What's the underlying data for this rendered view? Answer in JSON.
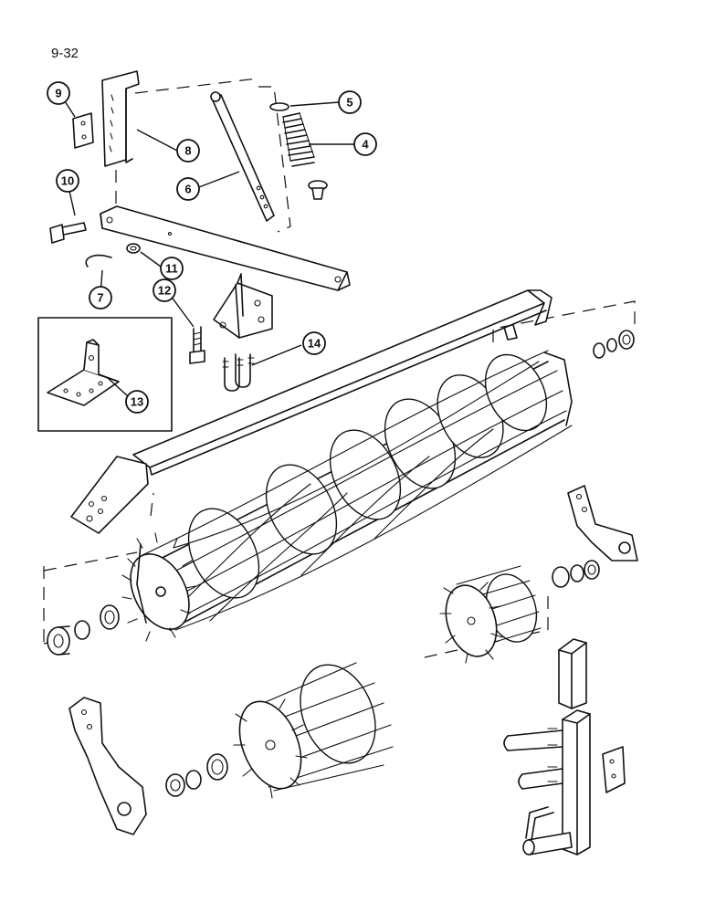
{
  "page": {
    "number": "9-32"
  },
  "callouts": [
    {
      "id": "c4",
      "label": "4"
    },
    {
      "id": "c5",
      "label": "5"
    },
    {
      "id": "c6",
      "label": "6"
    },
    {
      "id": "c7",
      "label": "7"
    },
    {
      "id": "c8",
      "label": "8"
    },
    {
      "id": "c9",
      "label": "9"
    },
    {
      "id": "c10",
      "label": "10"
    },
    {
      "id": "c11",
      "label": "11"
    },
    {
      "id": "c12",
      "label": "12"
    },
    {
      "id": "c13",
      "label": "13"
    },
    {
      "id": "c14",
      "label": "14"
    }
  ]
}
